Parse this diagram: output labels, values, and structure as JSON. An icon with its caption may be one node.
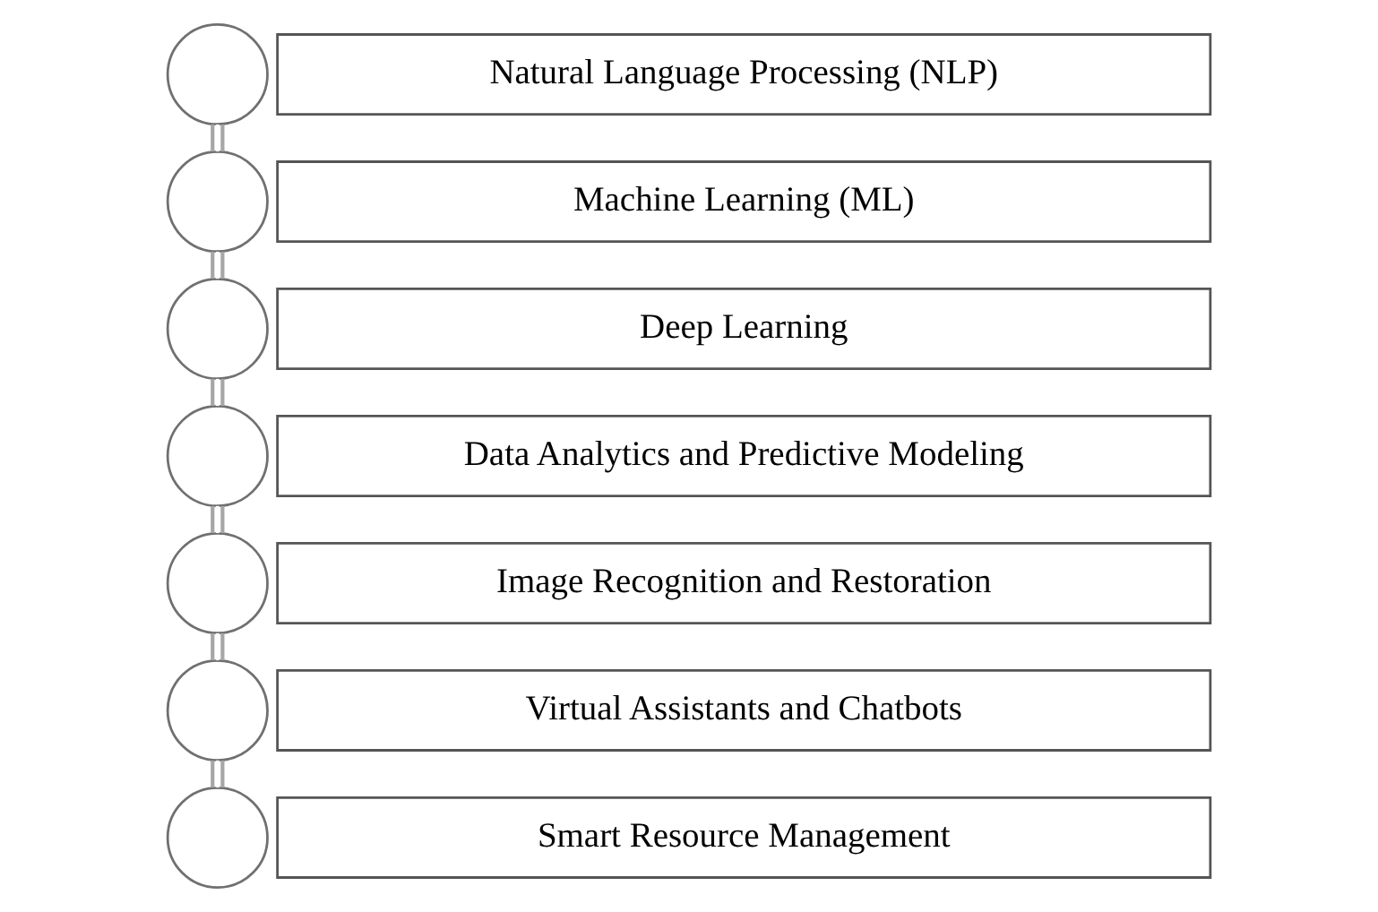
{
  "diagram": {
    "nodes": [
      {
        "text": [],
        "shape": "circle"
      },
      {
        "text": [
          "Natural Language Processing (NLP)"
        ]
      },
      {
        "text": [],
        "shape": "circle"
      },
      {
        "text": [
          "Machine Learning (ML)"
        ]
      },
      {
        "text": [],
        "shape": "circle"
      },
      {
        "text": [
          "Deep Learning"
        ]
      },
      {
        "text": [],
        "shape": "circle"
      },
      {
        "text": [
          "Data Analytics and Predictive Modeling"
        ]
      },
      {
        "text": [],
        "shape": "circle"
      },
      {
        "text": [
          "Image Recognition and Restoration"
        ]
      },
      {
        "text": [],
        "shape": "circle"
      },
      {
        "text": [
          "Virtual Assistants and Chatbots"
        ]
      },
      {
        "text": [],
        "shape": "circle"
      },
      {
        "text": [
          "Smart Resource Management"
        ]
      }
    ],
    "edges": [
      {
        "from": 0,
        "to": 2,
        "arrow": "none"
      },
      {
        "from": 2,
        "to": 4,
        "arrow": "none"
      },
      {
        "from": 4,
        "to": 6,
        "arrow": "none"
      },
      {
        "from": 6,
        "to": 8,
        "arrow": "none"
      },
      {
        "from": 8,
        "to": 10,
        "arrow": "none"
      },
      {
        "from": 10,
        "to": 12,
        "arrow": "none"
      }
    ]
  }
}
